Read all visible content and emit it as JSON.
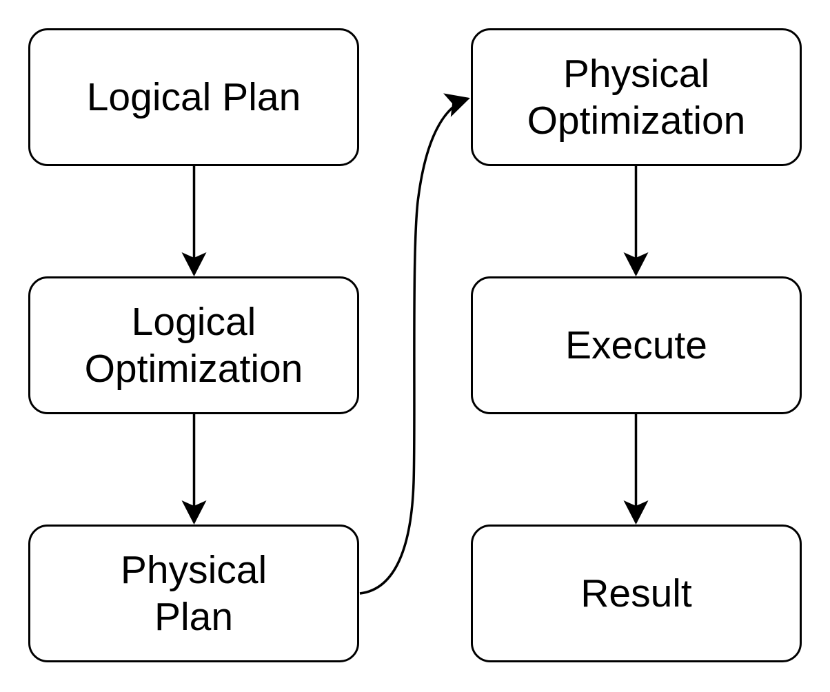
{
  "diagram": {
    "type": "flowchart",
    "background_color": "#ffffff",
    "stroke_color": "#000000",
    "node_fill_color": "#ffffff",
    "text_color": "#000000",
    "nodes": [
      {
        "id": "logical-plan",
        "label": "Logical Plan"
      },
      {
        "id": "logical-optimization",
        "label": "Logical\nOptimization"
      },
      {
        "id": "physical-plan",
        "label": "Physical\nPlan"
      },
      {
        "id": "physical-optimization",
        "label": "Physical\nOptimization"
      },
      {
        "id": "execute",
        "label": "Execute"
      },
      {
        "id": "result",
        "label": "Result"
      }
    ],
    "edges": [
      {
        "from": "logical-plan",
        "to": "logical-optimization",
        "style": "straight-down"
      },
      {
        "from": "logical-optimization",
        "to": "physical-plan",
        "style": "straight-down"
      },
      {
        "from": "physical-plan",
        "to": "physical-optimization",
        "style": "curved-right-up"
      },
      {
        "from": "physical-optimization",
        "to": "execute",
        "style": "straight-down"
      },
      {
        "from": "execute",
        "to": "result",
        "style": "straight-down"
      }
    ]
  }
}
